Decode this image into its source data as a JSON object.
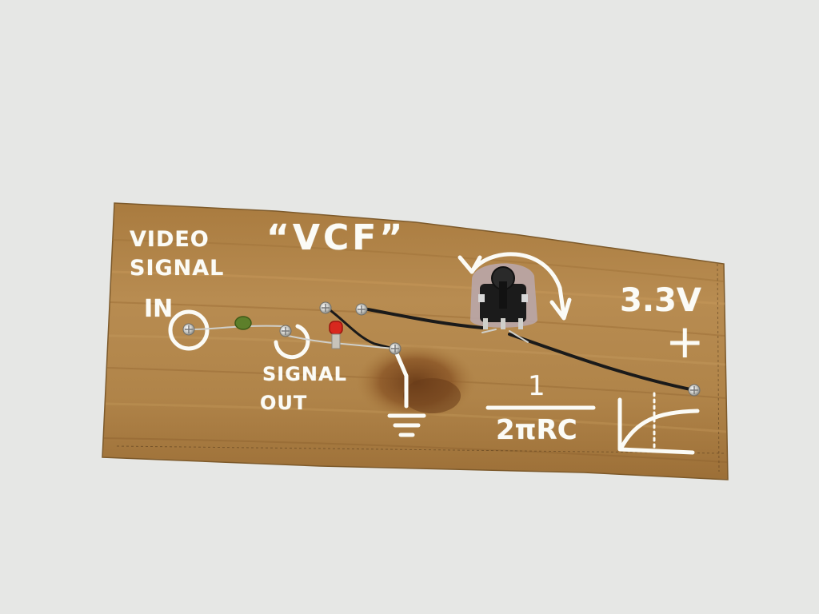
{
  "image_description_free": true,
  "board_text": {
    "title": "“VCF”",
    "input_line_1": "VIDEO",
    "input_line_2": "SIGNAL",
    "input_in": "IN",
    "output_line_1": "SIGNAL",
    "output_line_2": "OUT",
    "supply_voltage": "3.3V",
    "supply_polarity": "+",
    "formula_numerator": "1",
    "formula_denominator": "2πRC"
  },
  "colors": {
    "background": "#e6e7e5",
    "wood": "#b58a4e",
    "paint": "#fbfbf6",
    "wire": "#1a1a1a",
    "led": "#d8281e",
    "capacitor": "#5d7f2a",
    "potentiometer": "#1b1b1b"
  }
}
